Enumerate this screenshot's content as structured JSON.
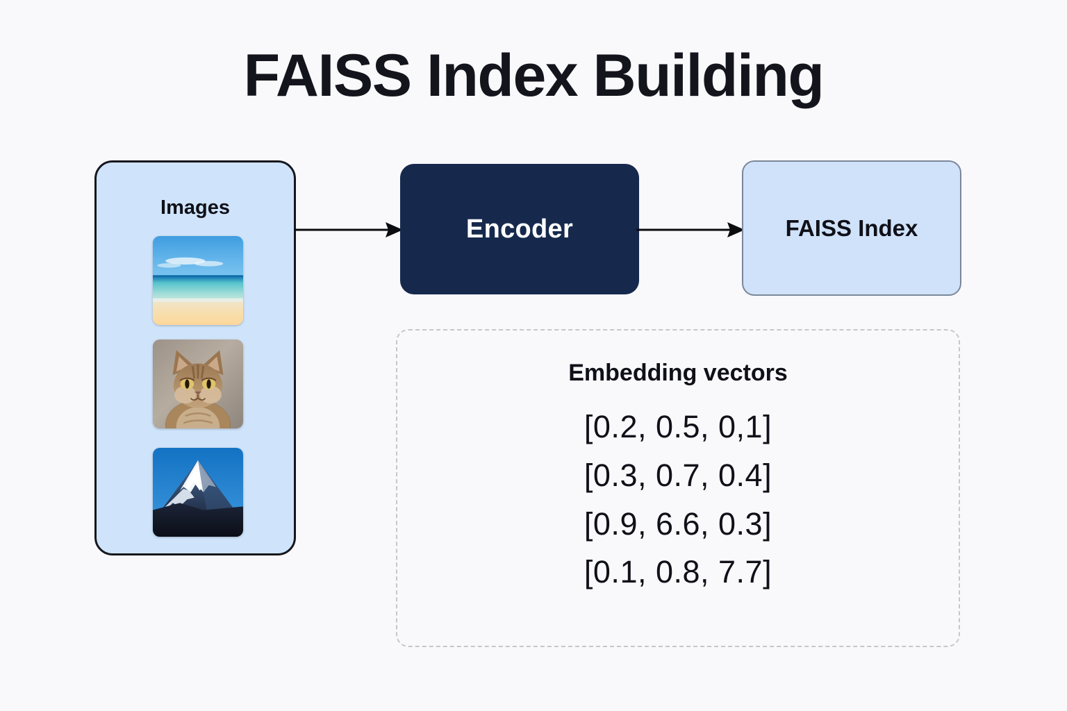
{
  "page": {
    "title": "FAISS Index Building",
    "background_color": "#f9f8fb"
  },
  "images_panel": {
    "label": "Images",
    "fill_color": "#cfe4fa",
    "border_color": "#16161c",
    "thumbnails": [
      {
        "name": "beach-thumbnail",
        "alt": "Beach with turquoise sea and sand"
      },
      {
        "name": "cat-thumbnail",
        "alt": "Tabby cat portrait"
      },
      {
        "name": "mountain-thumbnail",
        "alt": "Snow capped mountain peak"
      }
    ]
  },
  "encoder": {
    "label": "Encoder",
    "fill_color": "#16294d",
    "text_color": "#ffffff"
  },
  "faiss_index": {
    "label": "FAISS Index",
    "fill_color": "#cfe2fa",
    "border_color": "#7b8799"
  },
  "arrows": [
    {
      "name": "arrow-images-to-encoder"
    },
    {
      "name": "arrow-encoder-to-index"
    }
  ],
  "embedding_panel": {
    "title": "Embedding vectors",
    "border_color": "#c6c6cc",
    "vectors": [
      "[0.2, 0.5, 0,1]",
      "[0.3, 0.7, 0.4]",
      "[0.9, 6.6, 0.3]",
      "[0.1, 0.8, 7.7]"
    ]
  }
}
